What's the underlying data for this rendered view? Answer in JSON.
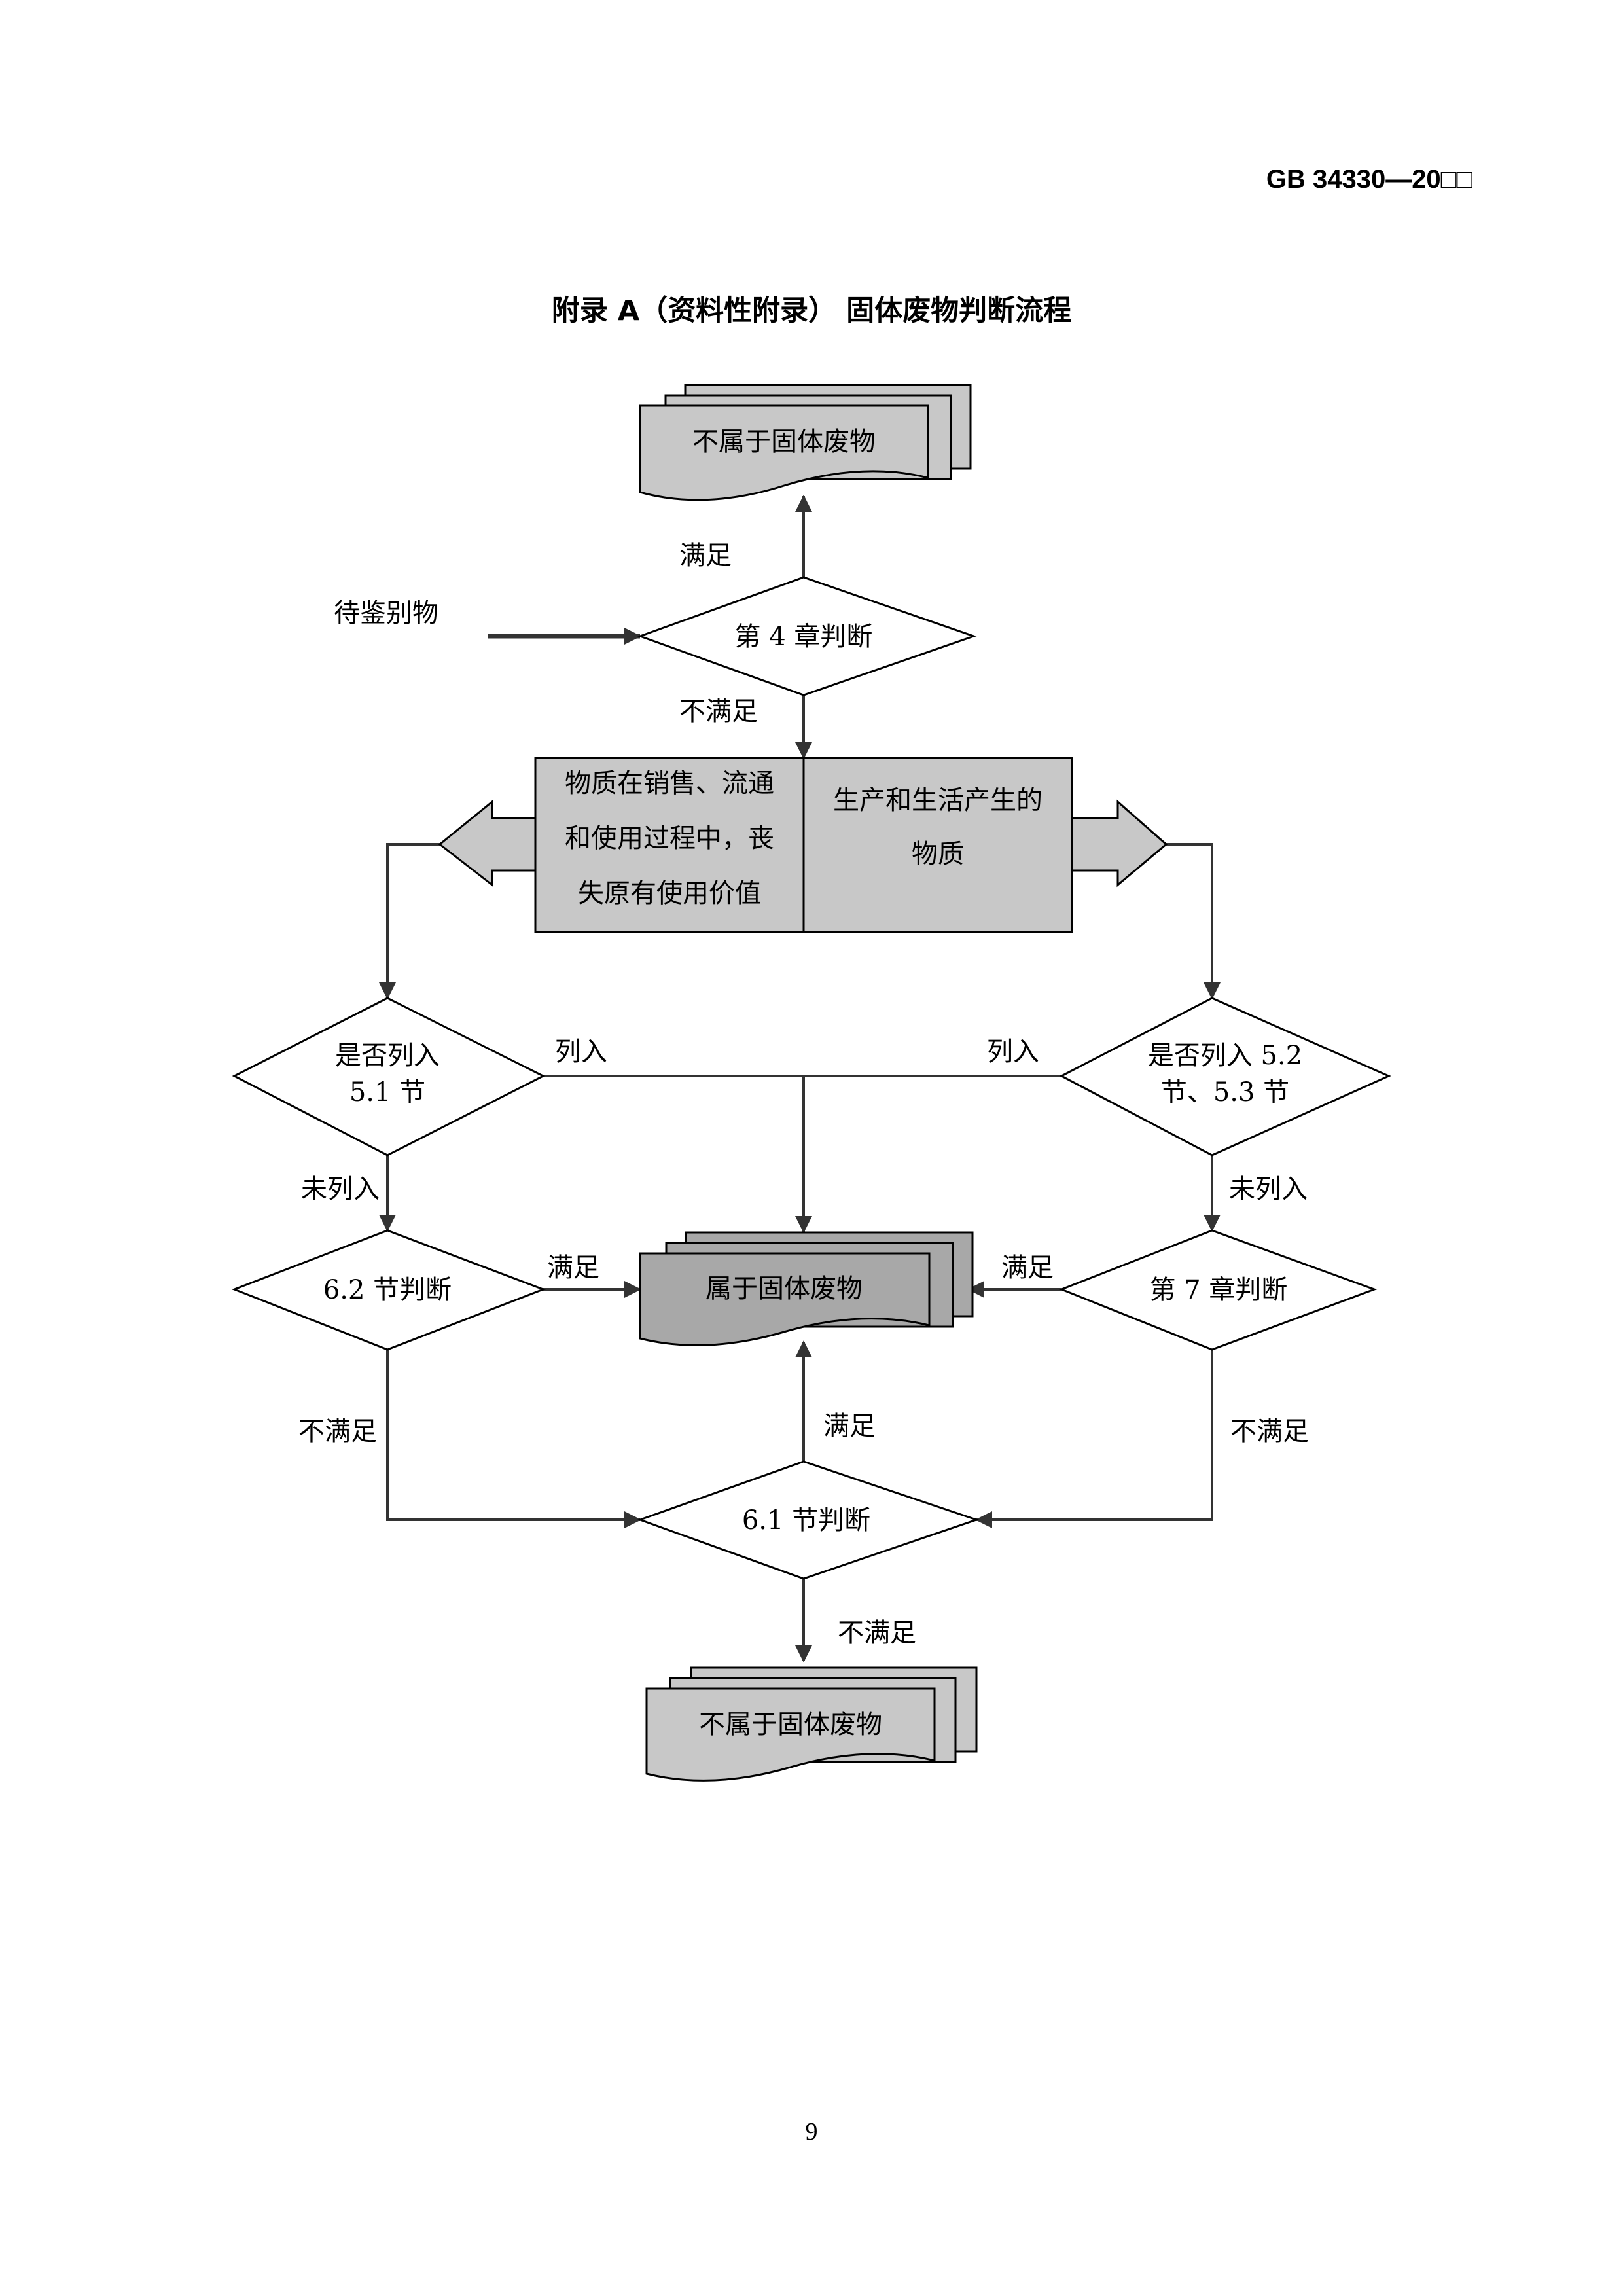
{
  "header": {
    "doc_number": "GB 34330—20□□"
  },
  "title": "附录 A（资料性附录） 固体废物判断流程",
  "page_number": "9",
  "diagram": {
    "input_label": "待鉴别物",
    "top_result": "不属于固体废物",
    "chapter4_decision": "第 4 章判断",
    "edge_satisfied_top": "满足",
    "edge_unsatisfied_chapter4": "不满足",
    "split_left_lines": [
      "物质在销售、流通",
      "和使用过程中，丧",
      "失原有使用价值"
    ],
    "split_right_lines": [
      "生产和生活产生的",
      "物质"
    ],
    "left_decision_lines": [
      "是否列入",
      "5.1 节"
    ],
    "right_decision_lines": [
      "是否列入 5.2",
      "节、5.3 节"
    ],
    "edge_listed_left": "列入",
    "edge_listed_right": "列入",
    "edge_not_listed_left": "未列入",
    "edge_not_listed_right": "未列入",
    "decision_62": "6.2 节判断",
    "decision_ch7": "第 7 章判断",
    "center_result": "属于固体废物",
    "edge_satisfied_62": "满足",
    "edge_satisfied_ch7": "满足",
    "edge_unsatisfied_62": "不满足",
    "edge_unsatisfied_ch7": "不满足",
    "decision_61": "6.1 节判断",
    "edge_satisfied_61": "满足",
    "edge_unsatisfied_61": "不满足",
    "bottom_result": "不属于固体废物"
  },
  "colors": {
    "result_fill": "#c8c8c8",
    "center_result_fill": "#a8a8a8",
    "split_fill": "#c8c8c8",
    "line": "#333333"
  }
}
